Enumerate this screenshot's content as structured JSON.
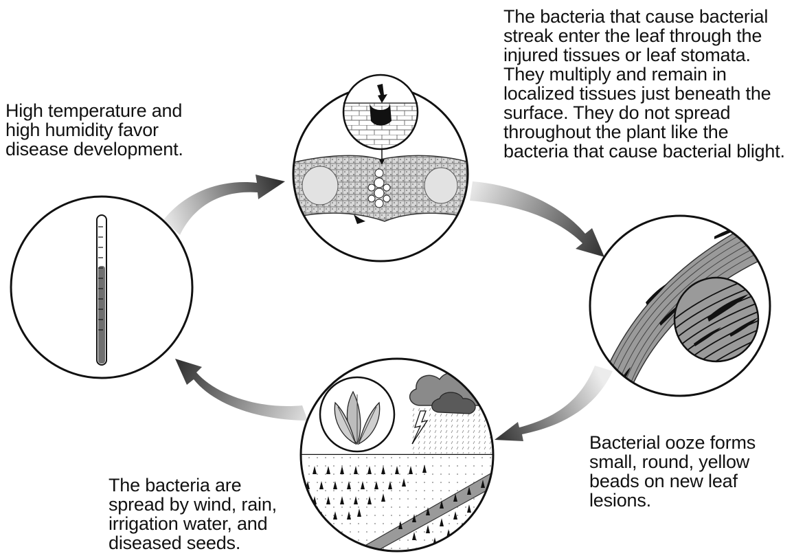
{
  "captions": {
    "temperature": [
      "High temperature and",
      "high humidity favor",
      "disease development."
    ],
    "leaf_entry": [
      "The bacteria that cause bacterial",
      "streak enter the leaf through the",
      "injured tissues or leaf stomata.",
      "They multiply and remain in",
      "localized tissues just beneath the",
      "surface. They do not spread",
      "throughout the plant like the",
      "bacteria that cause bacterial blight."
    ],
    "ooze": [
      "Bacterial ooze forms",
      "small, round, yellow",
      "beads on new leaf",
      "lesions."
    ],
    "spread": [
      "The bacteria are",
      "spread by wind, rain,",
      "irrigation water, and",
      "diseased seeds."
    ]
  },
  "stages": [
    {
      "name": "thermometer",
      "icon": "thermometer-icon"
    },
    {
      "name": "leaf-cross-section",
      "icon": "leaf-tissue-icon"
    },
    {
      "name": "leaf-streak-lesions",
      "icon": "leaf-streak-icon"
    },
    {
      "name": "field-weather",
      "icon": "storm-field-icon"
    }
  ],
  "colors": {
    "ink": "#111111",
    "arrow_dark": "#3a3a3a",
    "arrow_light": "#e4e4e4",
    "tissue": "#9a9a9a",
    "mercury": "#6f6f6f"
  }
}
